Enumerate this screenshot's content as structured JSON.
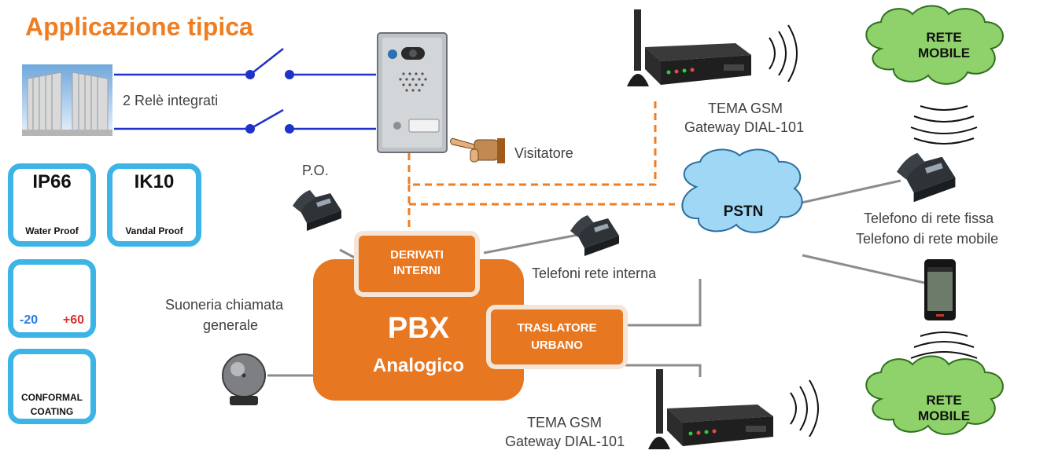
{
  "title": "Applicazione tipica",
  "labels": {
    "relays": "2 Relè integrati",
    "visitor": "Visitatore",
    "po": "P.O.",
    "gsm_top_1": "TEMA GSM",
    "gsm_top_2": "Gateway DIAL-101",
    "gsm_bottom_1": "TEMA GSM",
    "gsm_bottom_2": "Gateway DIAL-101",
    "internal_phones": "Telefoni rete interna",
    "fixed_phone": "Telefono di rete fissa",
    "mobile_phone": "Telefono di rete mobile",
    "bell_1": "Suoneria chiamata",
    "bell_2": "generale"
  },
  "clouds": {
    "mobile_top_1": "RETE",
    "mobile_top_2": "MOBILE",
    "pstn": "PSTN",
    "mobile_bottom_1": "RETE",
    "mobile_bottom_2": "MOBILE"
  },
  "pbx": {
    "title": "PBX",
    "subtitle": "Analogico",
    "internal_1": "DERIVATI",
    "internal_2": "INTERNI",
    "trunk_1": "TRASLATORE",
    "trunk_2": "URBANO"
  },
  "badges": {
    "ip_big": "IP66",
    "ip_small": "Water Proof",
    "ik_big": "IK10",
    "ik_small": "Vandal Proof",
    "temp_low": "-20",
    "temp_high": "+60",
    "coating_1": "CONFORMAL",
    "coating_2": "COATING"
  },
  "colors": {
    "accent": "#e87722",
    "badge_border": "#3db4e6",
    "wire_blue": "#1f33c8",
    "cloud_green": "#8fd16a",
    "line_gray": "#8c8c8c"
  }
}
